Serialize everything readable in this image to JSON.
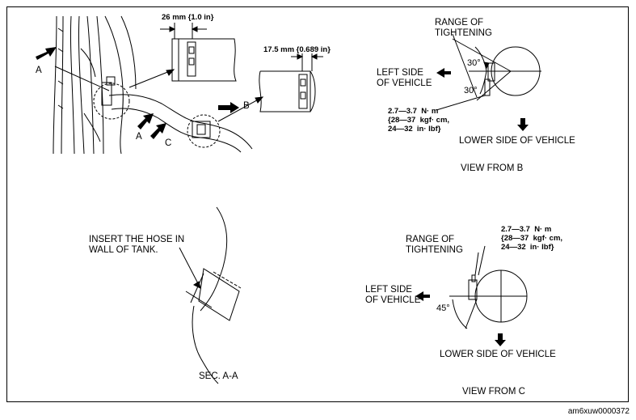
{
  "top_left": {
    "dim1": "26  mm  {1.0  in}",
    "dim2": "17.5  mm  {0.689  in}",
    "arrow_a1": "A",
    "arrow_a2": "A",
    "arrow_b": "B",
    "arrow_c": "C"
  },
  "view_b": {
    "range_label": "RANGE OF\nTIGHTENING",
    "angle1": "30°",
    "angle2": "30°",
    "left_side": "LEFT SIDE\nOF VEHICLE",
    "torque": "2.7—3.7  N· m\n{28—37  kgf· cm,\n24—32  in· lbf}",
    "lower_side": "LOWER SIDE OF VEHICLE",
    "title": "VIEW FROM B"
  },
  "section": {
    "note": "INSERT THE HOSE IN\nWALL OF TANK.",
    "title": "SEC. A-A"
  },
  "view_c": {
    "range_label": "RANGE OF\nTIGHTENING",
    "torque": "2.7—3.7  N· m\n{28—37  kgf· cm,\n24—32  in· lbf}",
    "left_side": "LEFT SIDE\nOF VEHICLE",
    "angle": "45°",
    "lower_side": "LOWER SIDE OF VEHICLE",
    "title": "VIEW FROM C"
  },
  "figure_code": "am6xuw0000372"
}
